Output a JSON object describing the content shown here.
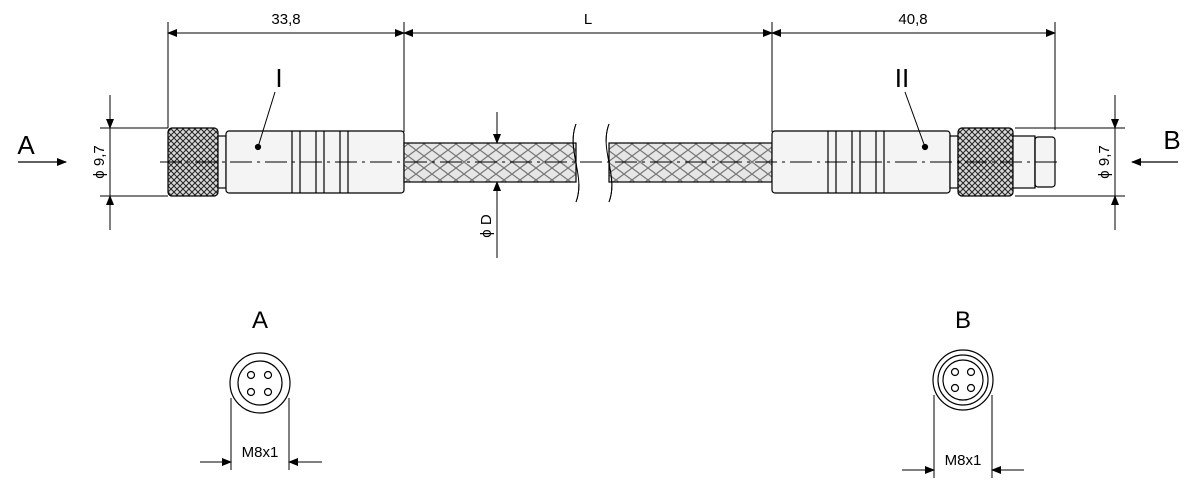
{
  "dimensions": {
    "left_length": "33,8",
    "cable_length": "L",
    "right_length": "40,8",
    "left_diameter": "ϕ 9,7",
    "right_diameter": "ϕ 9,7",
    "cable_diameter": "ϕ D"
  },
  "labels": {
    "view_a_arrow": "A",
    "view_b_arrow": "B",
    "connector_1": "I",
    "connector_2": "II",
    "view_a_title": "A",
    "view_b_title": "B",
    "thread_a": "M8x1",
    "thread_b": "M8x1"
  },
  "colors": {
    "stroke": "#000000",
    "body_fill": "#f4f4f4",
    "braid": "#9a9a9a"
  }
}
